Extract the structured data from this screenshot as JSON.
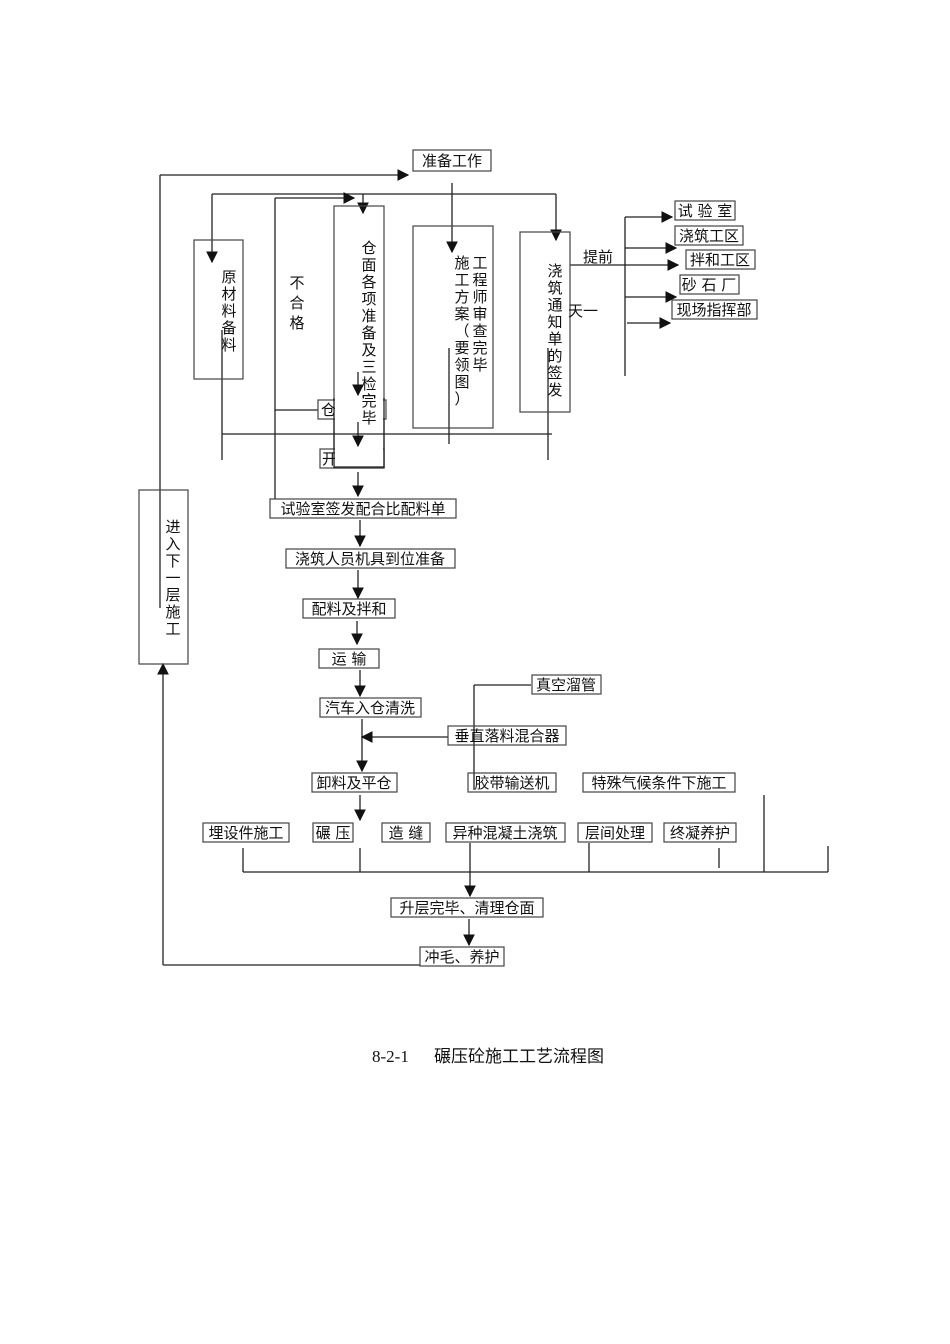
{
  "diagram": {
    "start": "准备工作",
    "prep_columns": [
      {
        "id": "raw-materials",
        "label": "原材料备料"
      },
      {
        "id": "unqualified",
        "label": "不合格"
      },
      {
        "id": "surface-prep",
        "label": "仓面各项准备及三检完毕"
      },
      {
        "id": "engineer-review",
        "label_col1": "工程师审查完毕",
        "label_col2": "施工方案（要领图）"
      },
      {
        "id": "pour-notice",
        "label": "浇筑通知单的签发"
      }
    ],
    "notice_annotation": {
      "top": "提前",
      "side": "天一"
    },
    "notice_recipients": [
      "试 验 室",
      "浇筑工区",
      "拌和工区",
      "砂 石 厂",
      "现场指挥部"
    ],
    "hidden_boxes": {
      "cang": "仓",
      "kai": "开"
    },
    "main_flow": [
      "试验室签发配合比配料单",
      "浇筑人员机具到位准备",
      "配料及拌和",
      "运  输",
      "汽车入仓清洗",
      "卸料及平仓"
    ],
    "transport_options": [
      "真空溜管",
      "垂直落料混合器",
      "胶带输送机"
    ],
    "special": "特殊气候条件下施工",
    "parallel_tasks": [
      "埋设件施工",
      "碾 压",
      "造 缝",
      "异种混凝土浇筑",
      "层间处理",
      "终凝养护"
    ],
    "finish_steps": [
      "升层完毕、清理仓面",
      "冲毛、养护"
    ],
    "loop_back": "进入下一层施工"
  },
  "caption": {
    "number": "8-2-1",
    "title": "碾压砼施工工艺流程图"
  }
}
